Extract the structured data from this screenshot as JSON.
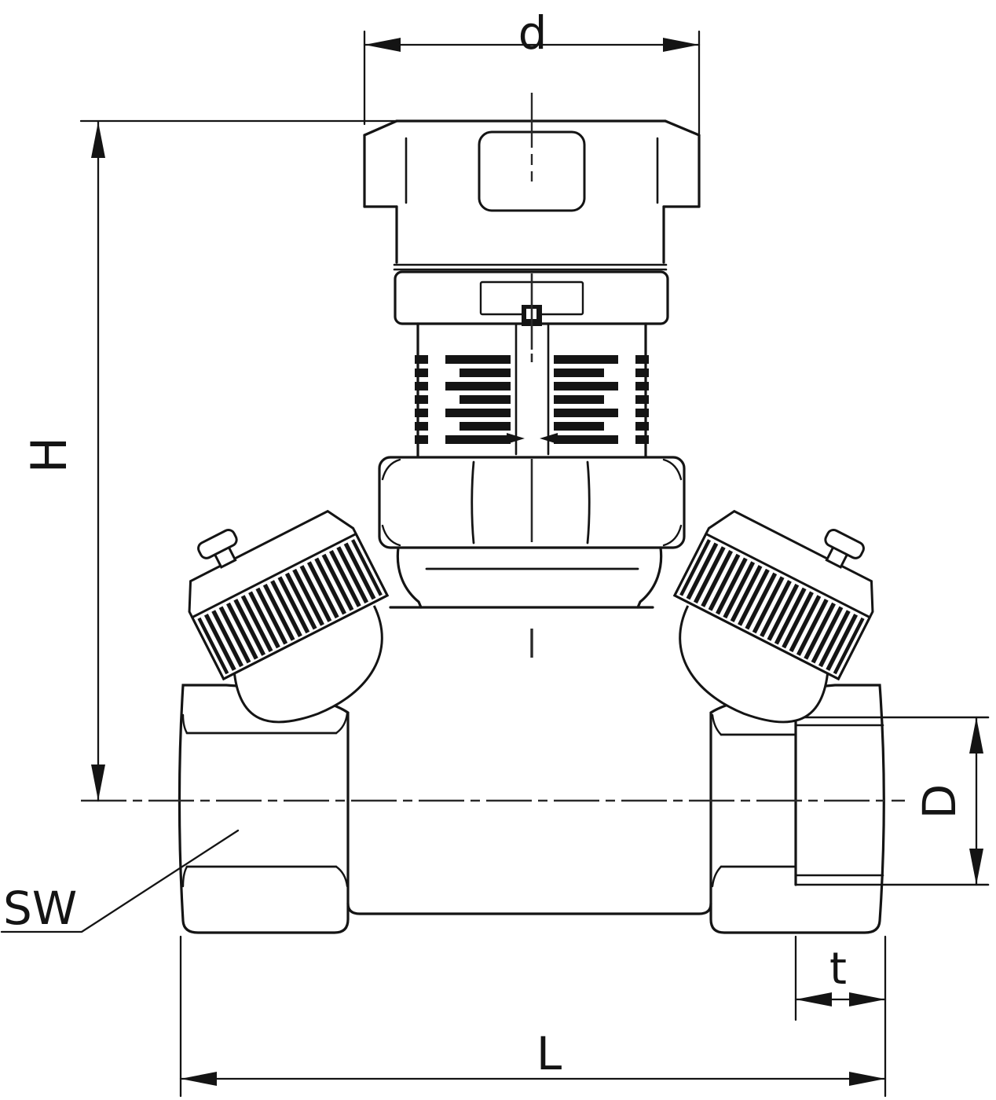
{
  "drawing": {
    "kind": "valve-technical-drawing",
    "dimension_labels": {
      "cap_diameter": "d",
      "height": "H",
      "wrench_size": "SW",
      "thread_diameter": "D",
      "thread_depth": "t",
      "overall_length": "L"
    },
    "colors": {
      "line": "#141414",
      "background": "#ffffff"
    }
  }
}
